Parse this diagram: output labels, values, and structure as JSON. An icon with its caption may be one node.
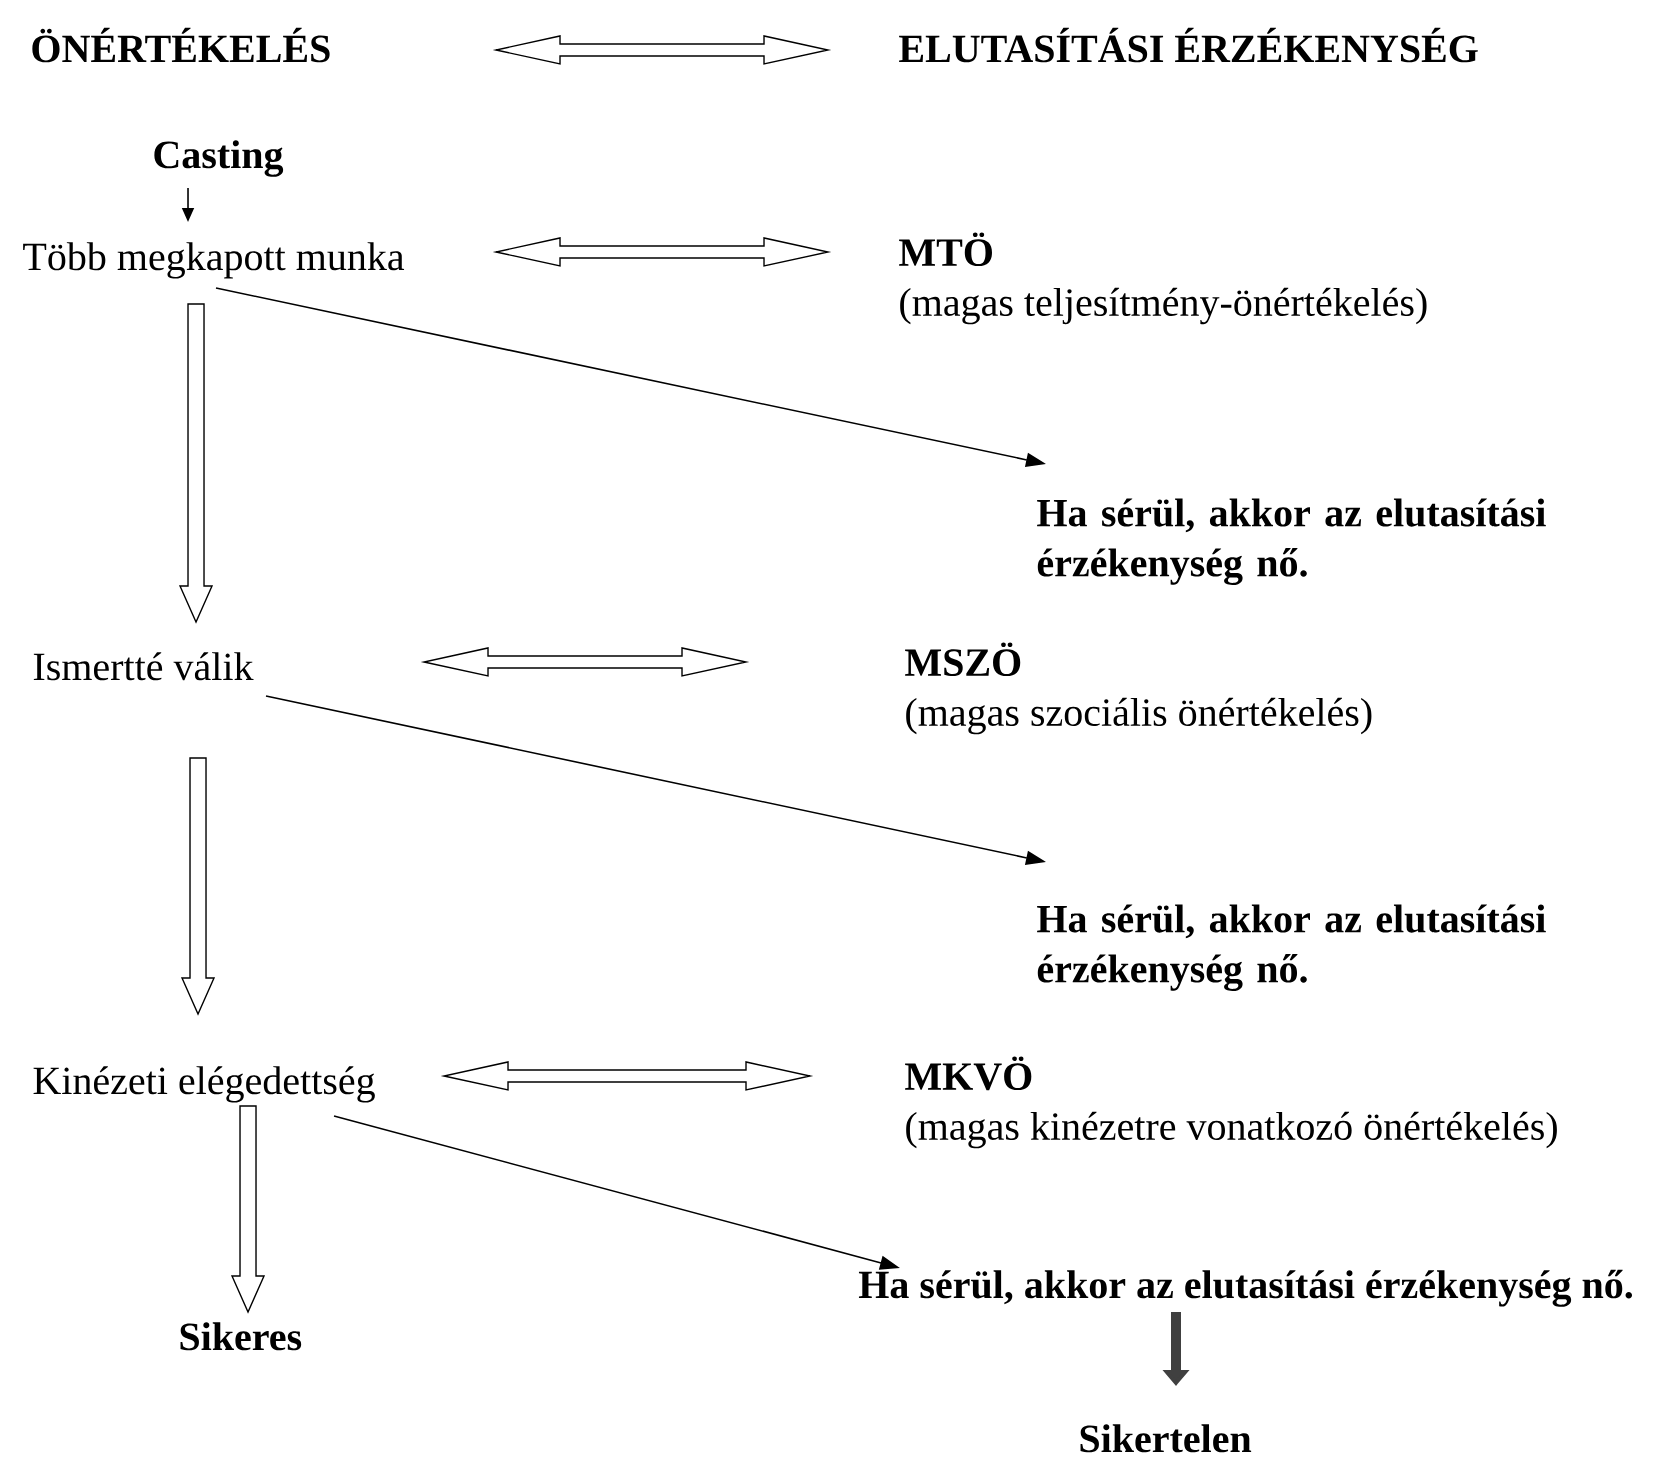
{
  "diagram": {
    "nodes": [
      {
        "text": [
          "ÖNÉRTÉKELÉS"
        ]
      },
      {
        "text": [
          "ELUTASÍTÁSI ÉRZÉKENYSÉG"
        ]
      },
      {
        "text": [
          "Casting"
        ]
      },
      {
        "text": [
          "Több megkapott munka"
        ]
      },
      {
        "text": [
          "MTÖ",
          "(magas teljesítmény-önértékelés)"
        ]
      },
      {
        "text": [
          "Ha sérül, akkor az elutasítási érzékenység  nő."
        ]
      },
      {
        "text": [
          "Ismertté válik"
        ]
      },
      {
        "text": [
          "MSZÖ",
          "(magas szociális önértékelés)"
        ]
      },
      {
        "text": [
          "Ha sérül, akkor az elutasítási érzékenység  nő."
        ]
      },
      {
        "text": [
          "Kinézeti elégedettség"
        ]
      },
      {
        "text": [
          "MKVÖ",
          "(magas kinézetre vonatkozó önértékelés)"
        ]
      },
      {
        "text": [
          "Ha sérül, akkor az elutasítási érzékenység nő."
        ]
      },
      {
        "text": [
          "Sikeres"
        ]
      },
      {
        "text": [
          "Sikertelen"
        ]
      }
    ],
    "edges": [
      {
        "from": 0,
        "to": 1,
        "arrow": "both"
      },
      {
        "from": 2,
        "to": 3,
        "arrow": "to"
      },
      {
        "from": 3,
        "to": 4,
        "arrow": "both"
      },
      {
        "from": 3,
        "to": 6,
        "arrow": "to"
      },
      {
        "from": 3,
        "to": 5,
        "arrow": "to"
      },
      {
        "from": 6,
        "to": 7,
        "arrow": "both"
      },
      {
        "from": 6,
        "to": 9,
        "arrow": "to"
      },
      {
        "from": 6,
        "to": 8,
        "arrow": "to"
      },
      {
        "from": 9,
        "to": 10,
        "arrow": "both"
      },
      {
        "from": 9,
        "to": 12,
        "arrow": "to"
      },
      {
        "from": 9,
        "to": 11,
        "arrow": "to"
      },
      {
        "from": 11,
        "to": 13,
        "arrow": "to",
        "style": "thick",
        "color": "#404040"
      }
    ]
  }
}
